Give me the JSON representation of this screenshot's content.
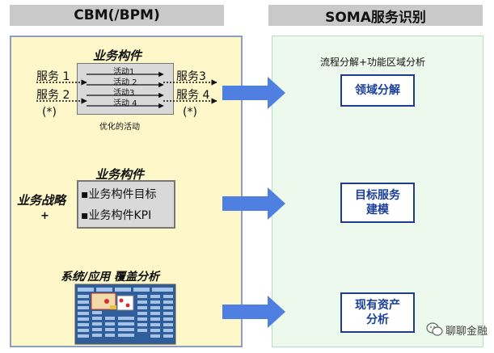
{
  "header": {
    "left": "CBM(/BPM)",
    "right": "SOMA服务识别"
  },
  "section1": {
    "title": "业务构件",
    "left_services": [
      "服务 1",
      "服务 2"
    ],
    "left_note": "(*)",
    "activities": [
      "活动1",
      "活动 2",
      "活动3",
      "活动 4"
    ],
    "caption": "优化的活动",
    "right_services": [
      "服务3",
      "服务 4"
    ],
    "right_note": "(*)"
  },
  "section2": {
    "title": "业务构件",
    "side_label": "业务战略",
    "side_plus": "+",
    "items": [
      "▪业务构件目标",
      "▪业务构件KPI"
    ]
  },
  "section3": {
    "title": "系统/应用 覆盖分析"
  },
  "right": {
    "subtitle": "流程分解+功能区域分析",
    "box1": "领域分解",
    "box2_line1": "目标服务",
    "box2_line2": "建模",
    "box3_line1": "现有资产",
    "box3_line2": "分析"
  },
  "watermark": {
    "text": "聊聊金融",
    "icon": "wechat-icon"
  },
  "colors": {
    "header_bg": "#c9c9c9",
    "left_panel_bg": "#fdf7c9",
    "right_panel_bg": "#eef9ee",
    "big_arrow": "#4f7fe0",
    "box_blue": "#1f3c8c"
  }
}
